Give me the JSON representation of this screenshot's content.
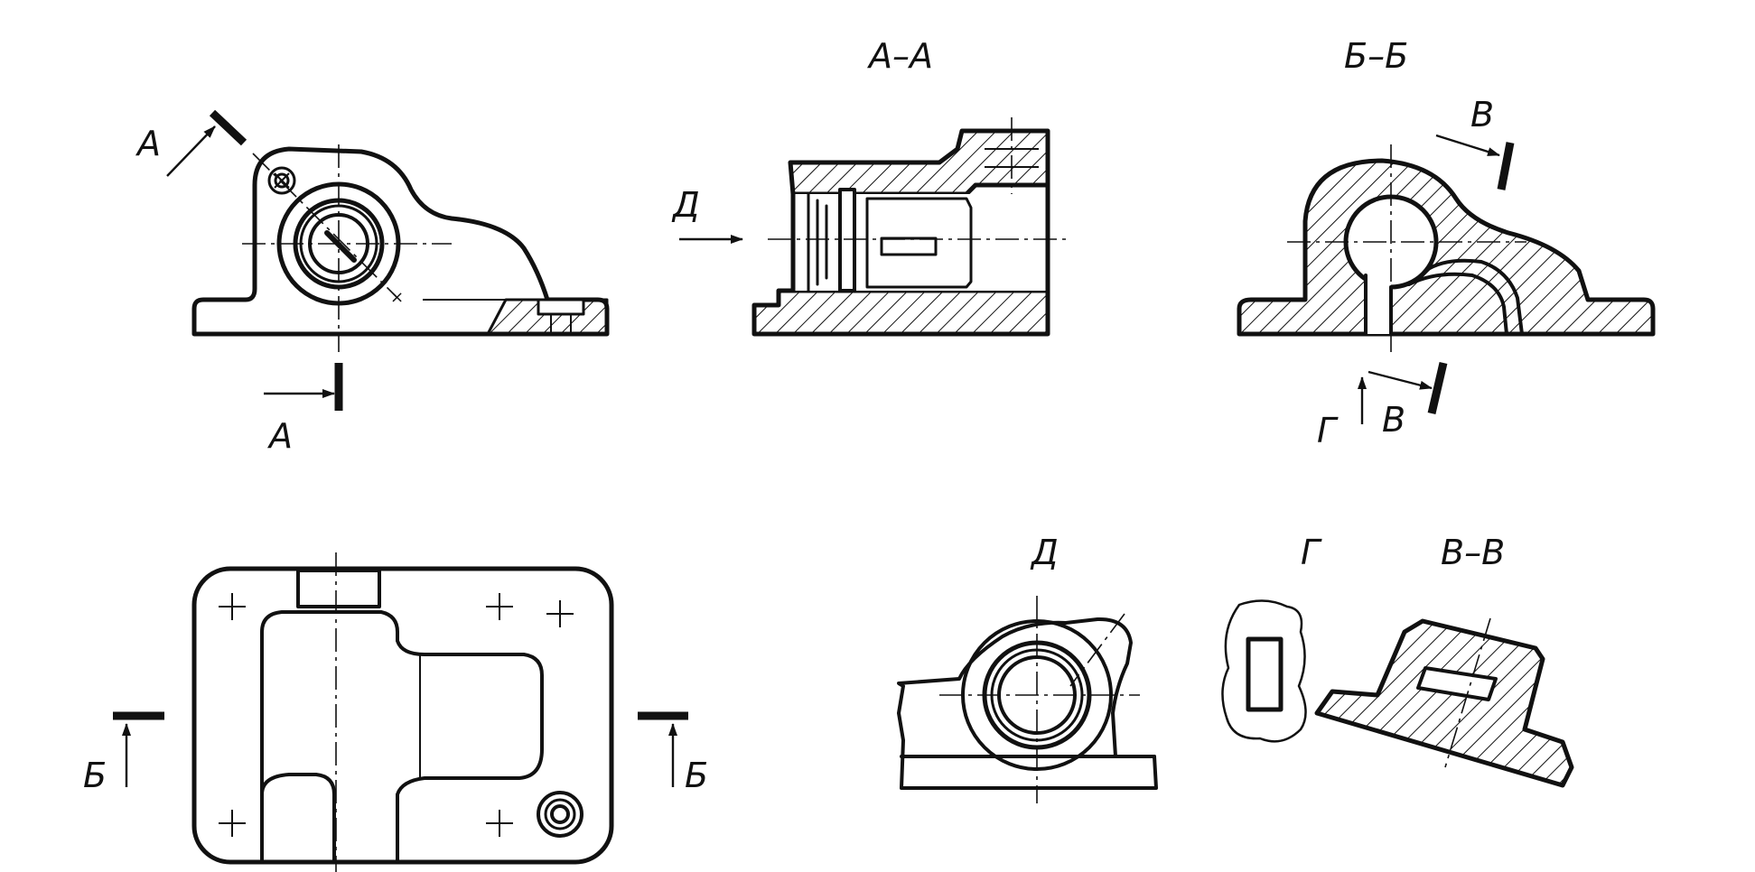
{
  "labels": {
    "front_section_mark_top": "А",
    "front_section_mark_bottom": "А",
    "section_aa_title": "А–А",
    "view_d_arrow": "Д",
    "section_bb_title": "Б–Б",
    "section_vv_mark_top": "В",
    "view_g_arrow": "Г",
    "section_vv_mark_bottom": "В",
    "plan_mark_left": "Б",
    "plan_mark_right": "Б",
    "view_d_title": "Д",
    "view_g_title": "Г",
    "section_vv_title": "В–В"
  }
}
